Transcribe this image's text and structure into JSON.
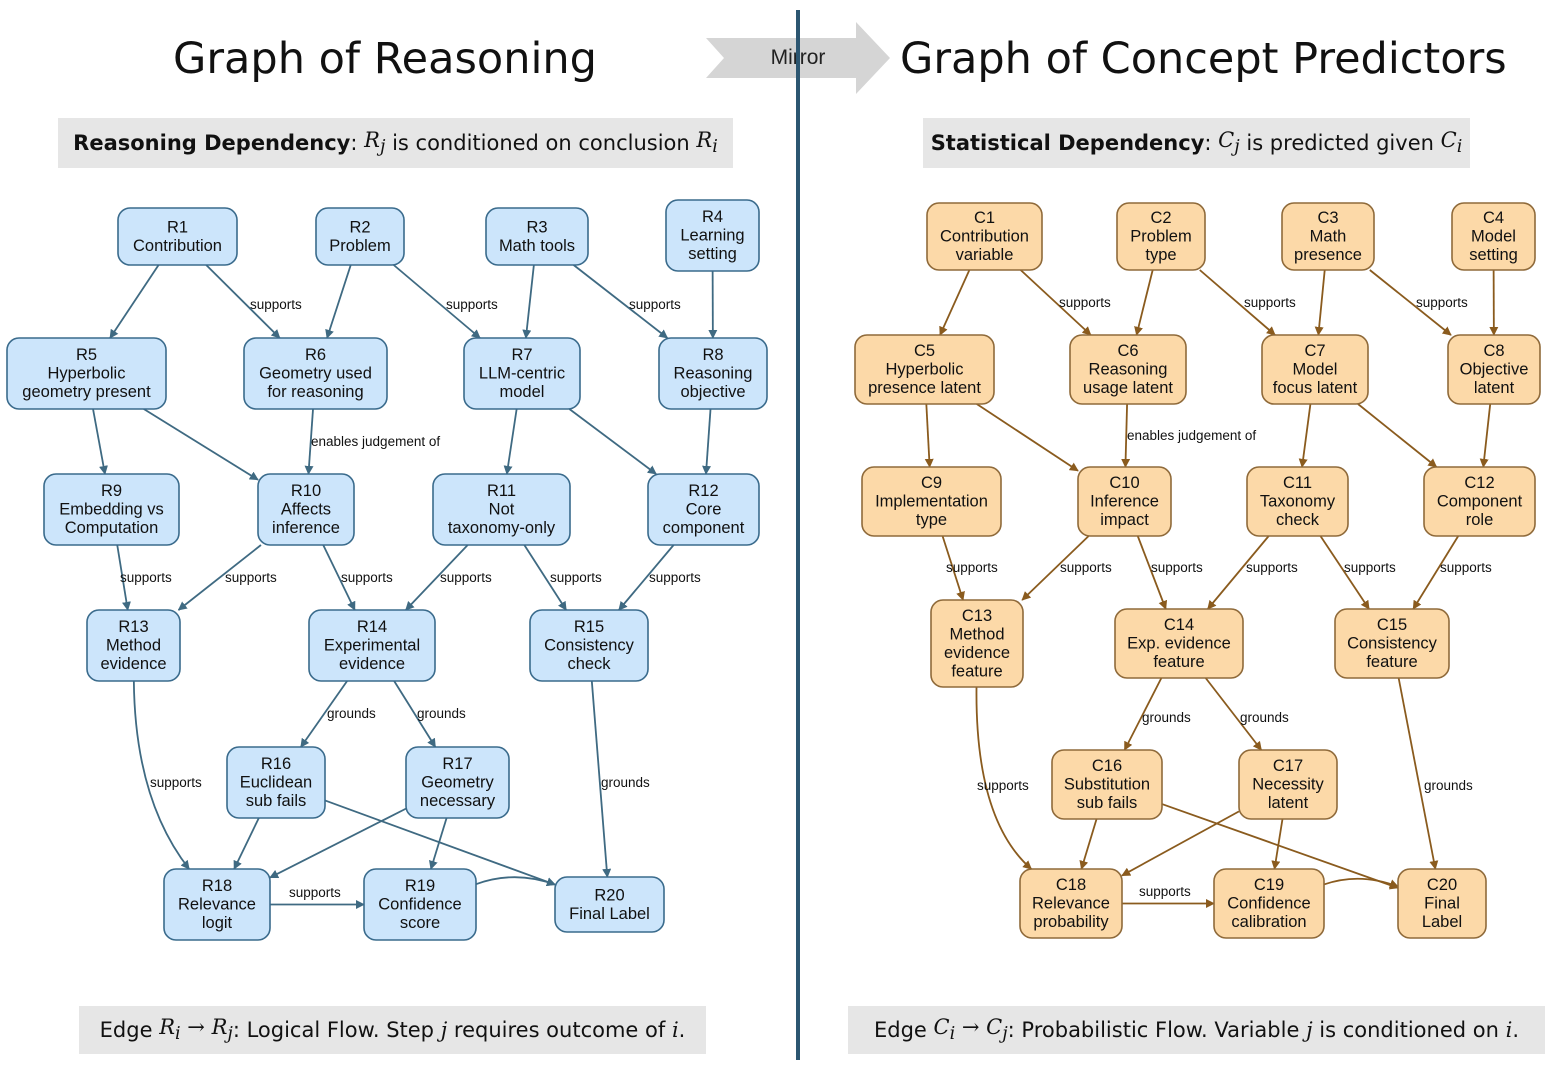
{
  "left": {
    "title": "Graph of Reasoning",
    "subtitle_bold": "Reasoning Dependency",
    "subtitle_rest": "is conditioned on conclusion",
    "sub_var_a": "R",
    "sub_var_a_idx": "j",
    "sub_var_b": "R",
    "sub_var_b_idx": "i",
    "footer_prefix": "Edge",
    "footer_text": ": Logical Flow. Step",
    "footer_mid": "requires outcome of",
    "footer_j": "j",
    "footer_i": "i",
    "footer_var": "R",
    "colors": {
      "fill": "#cce5fb",
      "stroke": "#3a6b8c",
      "edge": "#3f6a82"
    }
  },
  "right": {
    "title": "Graph of Concept Predictors",
    "subtitle_bold": "Statistical Dependency",
    "subtitle_rest": "is predicted given",
    "sub_var_a": "C",
    "sub_var_a_idx": "j",
    "sub_var_b": "C",
    "sub_var_b_idx": "i",
    "footer_prefix": "Edge",
    "footer_text": ": Probabilistic Flow. Variable",
    "footer_mid": "is conditioned on",
    "footer_j": "j",
    "footer_i": "i",
    "footer_var": "C",
    "colors": {
      "fill": "#fcd9a8",
      "stroke": "#8f6a3a",
      "edge": "#8a5b1e"
    }
  },
  "mirror_label": "Mirror",
  "graphs": {
    "left": {
      "nodes": [
        {
          "id": "R1",
          "lines": [
            "R1",
            "Contribution"
          ]
        },
        {
          "id": "R2",
          "lines": [
            "R2",
            "Problem"
          ]
        },
        {
          "id": "R3",
          "lines": [
            "R3",
            "Math tools"
          ]
        },
        {
          "id": "R4",
          "lines": [
            "R4",
            "Learning",
            "setting"
          ]
        },
        {
          "id": "R5",
          "lines": [
            "R5",
            "Hyperbolic",
            "geometry present"
          ]
        },
        {
          "id": "R6",
          "lines": [
            "R6",
            "Geometry used",
            "for reasoning"
          ]
        },
        {
          "id": "R7",
          "lines": [
            "R7",
            "LLM-centric",
            "model"
          ]
        },
        {
          "id": "R8",
          "lines": [
            "R8",
            "Reasoning",
            "objective"
          ]
        },
        {
          "id": "R9",
          "lines": [
            "R9",
            "Embedding vs",
            "Computation"
          ]
        },
        {
          "id": "R10",
          "lines": [
            "R10",
            "Affects",
            "inference"
          ]
        },
        {
          "id": "R11",
          "lines": [
            "R11",
            "Not",
            "taxonomy-only"
          ]
        },
        {
          "id": "R12",
          "lines": [
            "R12",
            "Core",
            "component"
          ]
        },
        {
          "id": "R13",
          "lines": [
            "R13",
            "Method",
            "evidence"
          ]
        },
        {
          "id": "R14",
          "lines": [
            "R14",
            "Experimental",
            "evidence"
          ]
        },
        {
          "id": "R15",
          "lines": [
            "R15",
            "Consistency",
            "check"
          ]
        },
        {
          "id": "R16",
          "lines": [
            "R16",
            "Euclidean",
            "sub fails"
          ]
        },
        {
          "id": "R17",
          "lines": [
            "R17",
            "Geometry",
            "necessary"
          ]
        },
        {
          "id": "R18",
          "lines": [
            "R18",
            "Relevance",
            "logit"
          ]
        },
        {
          "id": "R19",
          "lines": [
            "R19",
            "Confidence",
            "score"
          ]
        },
        {
          "id": "R20",
          "lines": [
            "R20",
            "Final Label"
          ]
        }
      ],
      "edges": [
        {
          "from": "R1",
          "to": "R5"
        },
        {
          "from": "R1",
          "to": "R6",
          "label": "supports"
        },
        {
          "from": "R2",
          "to": "R6"
        },
        {
          "from": "R2",
          "to": "R7",
          "label": "supports"
        },
        {
          "from": "R3",
          "to": "R7"
        },
        {
          "from": "R3",
          "to": "R8",
          "label": "supports"
        },
        {
          "from": "R4",
          "to": "R8"
        },
        {
          "from": "R5",
          "to": "R9"
        },
        {
          "from": "R5",
          "to": "R10"
        },
        {
          "from": "R6",
          "to": "R10",
          "label": "enables judgement of"
        },
        {
          "from": "R7",
          "to": "R11"
        },
        {
          "from": "R7",
          "to": "R12"
        },
        {
          "from": "R8",
          "to": "R12"
        },
        {
          "from": "R9",
          "to": "R13",
          "label": "supports"
        },
        {
          "from": "R10",
          "to": "R13",
          "label": "supports"
        },
        {
          "from": "R10",
          "to": "R14",
          "label": "supports"
        },
        {
          "from": "R11",
          "to": "R14",
          "label": "supports"
        },
        {
          "from": "R11",
          "to": "R15",
          "label": "supports"
        },
        {
          "from": "R12",
          "to": "R15",
          "label": "supports"
        },
        {
          "from": "R14",
          "to": "R16",
          "label": "grounds"
        },
        {
          "from": "R14",
          "to": "R17",
          "label": "grounds"
        },
        {
          "from": "R13",
          "to": "R18",
          "label": "supports"
        },
        {
          "from": "R16",
          "to": "R18"
        },
        {
          "from": "R17",
          "to": "R18"
        },
        {
          "from": "R17",
          "to": "R19"
        },
        {
          "from": "R16",
          "to": "R20"
        },
        {
          "from": "R15",
          "to": "R20",
          "label": "grounds"
        },
        {
          "from": "R18",
          "to": "R19",
          "label": "supports"
        },
        {
          "from": "R19",
          "to": "R20"
        }
      ]
    },
    "right": {
      "nodes": [
        {
          "id": "C1",
          "lines": [
            "C1",
            "Contribution",
            "variable"
          ]
        },
        {
          "id": "C2",
          "lines": [
            "C2",
            "Problem",
            "type"
          ]
        },
        {
          "id": "C3",
          "lines": [
            "C3",
            "Math",
            "presence"
          ]
        },
        {
          "id": "C4",
          "lines": [
            "C4",
            "Model",
            "setting"
          ]
        },
        {
          "id": "C5",
          "lines": [
            "C5",
            "Hyperbolic",
            "presence latent"
          ]
        },
        {
          "id": "C6",
          "lines": [
            "C6",
            "Reasoning",
            "usage latent"
          ]
        },
        {
          "id": "C7",
          "lines": [
            "C7",
            "Model",
            "focus latent"
          ]
        },
        {
          "id": "C8",
          "lines": [
            "C8",
            "Objective",
            "latent"
          ]
        },
        {
          "id": "C9",
          "lines": [
            "C9",
            "Implementation",
            "type"
          ]
        },
        {
          "id": "C10",
          "lines": [
            "C10",
            "Inference",
            "impact"
          ]
        },
        {
          "id": "C11",
          "lines": [
            "C11",
            "Taxonomy",
            "check"
          ]
        },
        {
          "id": "C12",
          "lines": [
            "C12",
            "Component",
            "role"
          ]
        },
        {
          "id": "C13",
          "lines": [
            "C13",
            "Method",
            "evidence",
            "feature"
          ]
        },
        {
          "id": "C14",
          "lines": [
            "C14",
            "Exp. evidence",
            "feature"
          ]
        },
        {
          "id": "C15",
          "lines": [
            "C15",
            "Consistency",
            "feature"
          ]
        },
        {
          "id": "C16",
          "lines": [
            "C16",
            "Substitution",
            "sub fails"
          ]
        },
        {
          "id": "C17",
          "lines": [
            "C17",
            "Necessity",
            "latent"
          ]
        },
        {
          "id": "C18",
          "lines": [
            "C18",
            "Relevance",
            "probability"
          ]
        },
        {
          "id": "C19",
          "lines": [
            "C19",
            "Confidence",
            "calibration"
          ]
        },
        {
          "id": "C20",
          "lines": [
            "C20",
            "Final",
            "Label"
          ]
        }
      ],
      "edges": [
        {
          "from": "C1",
          "to": "C5"
        },
        {
          "from": "C1",
          "to": "C6",
          "label": "supports"
        },
        {
          "from": "C2",
          "to": "C6"
        },
        {
          "from": "C2",
          "to": "C7",
          "label": "supports"
        },
        {
          "from": "C3",
          "to": "C7"
        },
        {
          "from": "C3",
          "to": "C8",
          "label": "supports"
        },
        {
          "from": "C4",
          "to": "C8"
        },
        {
          "from": "C5",
          "to": "C9"
        },
        {
          "from": "C5",
          "to": "C10"
        },
        {
          "from": "C6",
          "to": "C10",
          "label": "enables judgement of"
        },
        {
          "from": "C7",
          "to": "C11"
        },
        {
          "from": "C7",
          "to": "C12"
        },
        {
          "from": "C8",
          "to": "C12"
        },
        {
          "from": "C9",
          "to": "C13",
          "label": "supports"
        },
        {
          "from": "C10",
          "to": "C13",
          "label": "supports"
        },
        {
          "from": "C10",
          "to": "C14",
          "label": "supports"
        },
        {
          "from": "C11",
          "to": "C14",
          "label": "supports"
        },
        {
          "from": "C11",
          "to": "C15",
          "label": "supports"
        },
        {
          "from": "C12",
          "to": "C15",
          "label": "supports"
        },
        {
          "from": "C14",
          "to": "C16",
          "label": "grounds"
        },
        {
          "from": "C14",
          "to": "C17",
          "label": "grounds"
        },
        {
          "from": "C13",
          "to": "C18",
          "label": "supports"
        },
        {
          "from": "C16",
          "to": "C18"
        },
        {
          "from": "C17",
          "to": "C18"
        },
        {
          "from": "C17",
          "to": "C19"
        },
        {
          "from": "C16",
          "to": "C20"
        },
        {
          "from": "C15",
          "to": "C20",
          "label": "grounds"
        },
        {
          "from": "C18",
          "to": "C19",
          "label": "supports"
        },
        {
          "from": "C19",
          "to": "C20"
        }
      ]
    }
  }
}
